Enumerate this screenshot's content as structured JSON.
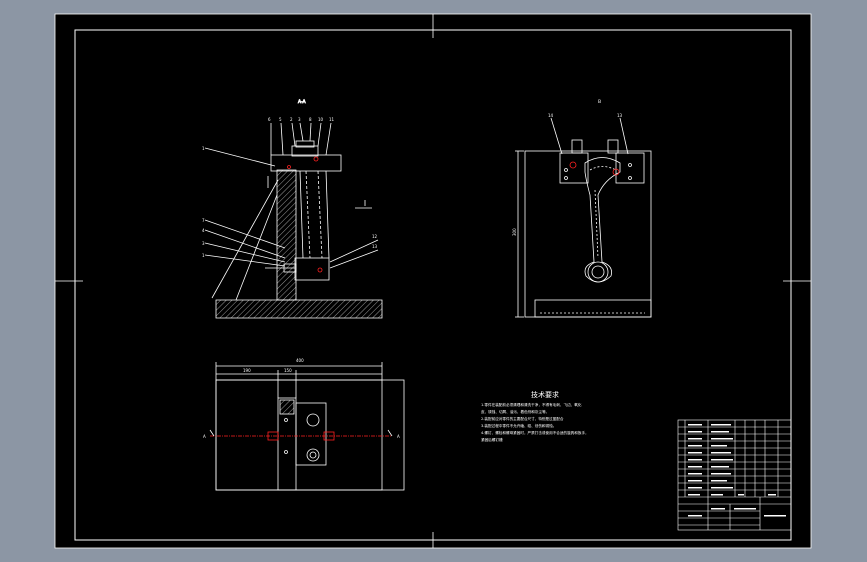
{
  "colors": {
    "app_background": "#8c96a4",
    "canvas": "#000000",
    "lines": "#ffffff",
    "centerline": "#ff2020"
  },
  "front_view": {
    "label": "A-A",
    "balloons": [
      "6",
      "5",
      "2",
      "3",
      "8",
      "10",
      "11",
      "1",
      "7",
      "4",
      "3",
      "1",
      "12",
      "13"
    ]
  },
  "side_view": {
    "label": "B",
    "balloons": [
      "14",
      "13"
    ],
    "height_dim": "300"
  },
  "top_view": {
    "width_dim": "400",
    "left_dim": "190",
    "right_dim": "150",
    "section_letter_left": "A",
    "section_letter_right": "A"
  },
  "tech_notes": {
    "title": "技术要求",
    "lines": [
      "1.零件在装配前必须清理和清洗干净，不得有毛刺、飞边、氧化",
      "皮、锈蚀、切屑、油污、着色剂和灰尘等。",
      "2.装配前应对零件的主要配合尺寸，特别是过盈配合",
      "3.装配过程中零件不允许磕、碰、划伤和锈蚀。",
      "4.螺钉、螺栓和螺母紧固时，严禁打击或使用不合适的旋具和扳手，",
      "紧固后螺钉槽"
    ]
  }
}
